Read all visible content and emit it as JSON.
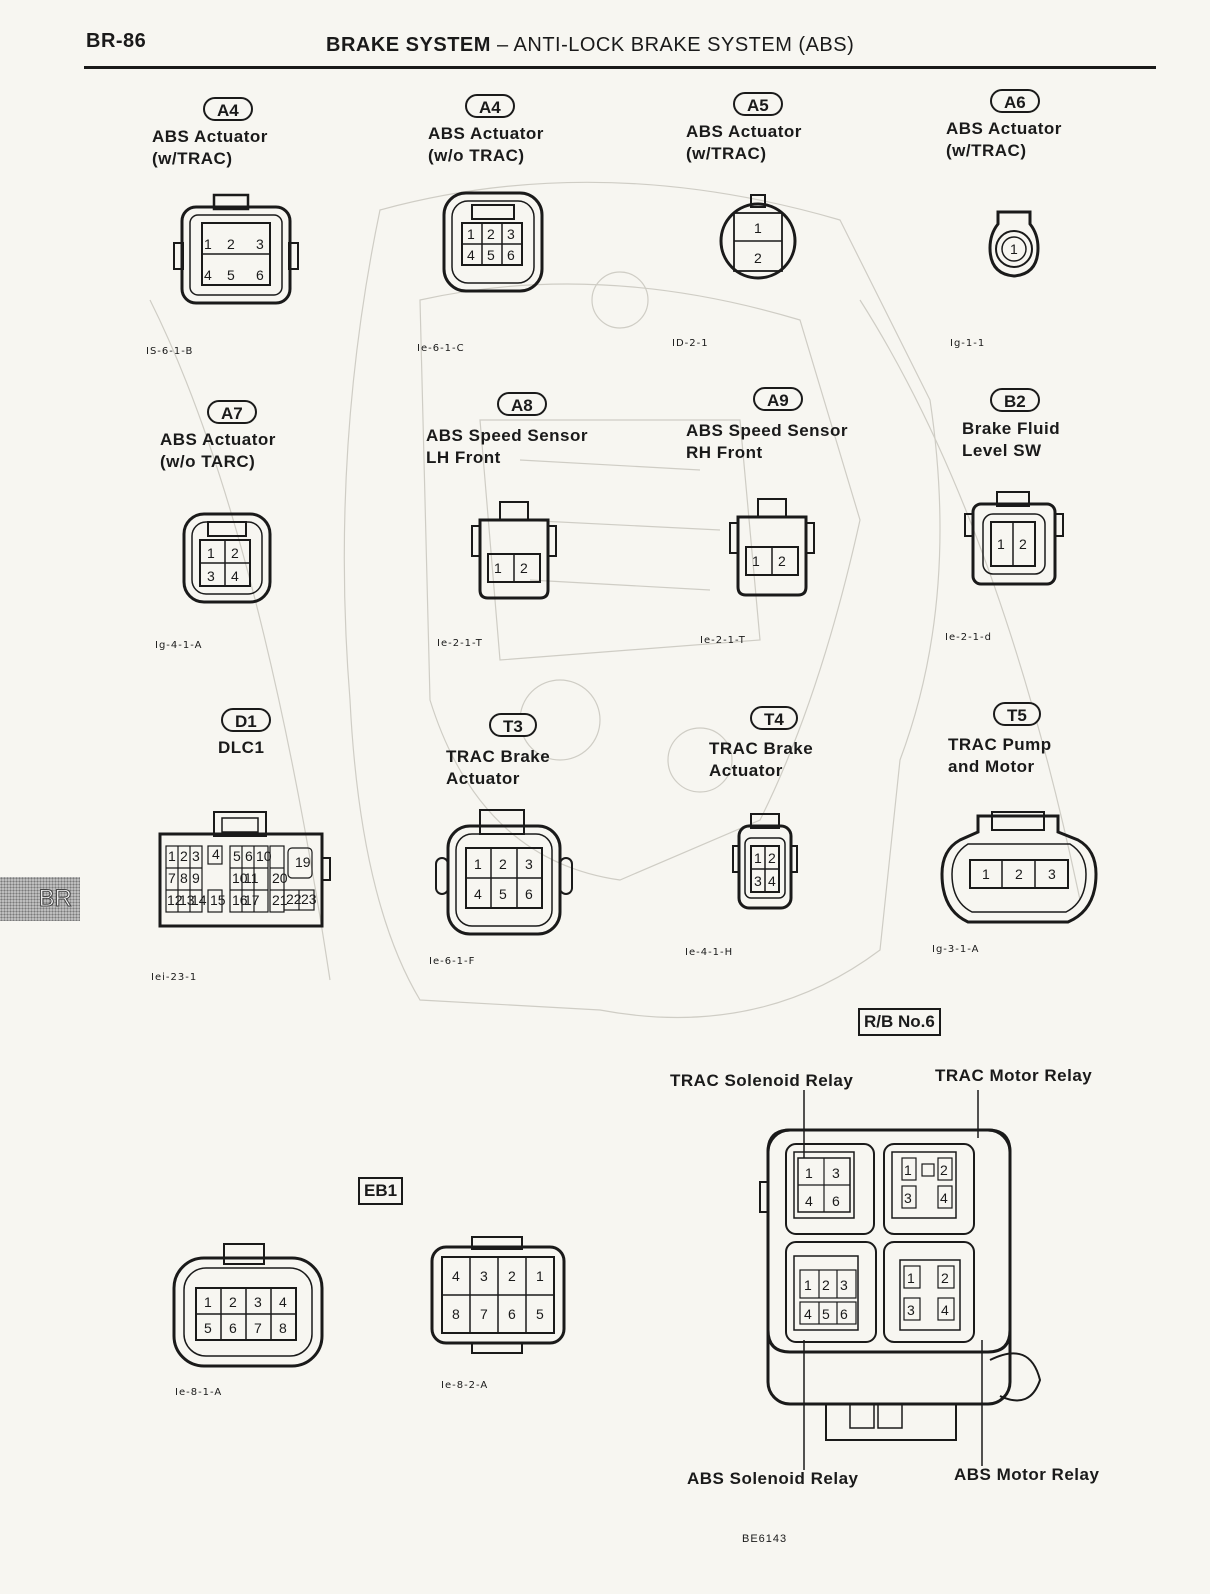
{
  "header": {
    "page_id": "BR-86",
    "title_bold": "BRAKE SYSTEM",
    "title_rest": " – ANTI-LOCK BRAKE SYSTEM (ABS)"
  },
  "side_tab": "BR",
  "connectors": [
    {
      "code": "A4",
      "name_line1": "ABS Actuator",
      "name_line2": "(w/TRAC)",
      "ref": "IS-6-1-B",
      "pins": [
        "1",
        "2",
        "3",
        "4",
        "5",
        "6"
      ]
    },
    {
      "code": "A4",
      "name_line1": "ABS Actuator",
      "name_line2": "(w/o TRAC)",
      "ref": "Ie-6-1-C",
      "pins": [
        "1",
        "2",
        "3",
        "4",
        "5",
        "6"
      ]
    },
    {
      "code": "A5",
      "name_line1": "ABS Actuator",
      "name_line2": "(w/TRAC)",
      "ref": "ID-2-1",
      "pins": [
        "1",
        "2"
      ]
    },
    {
      "code": "A6",
      "name_line1": "ABS Actuator",
      "name_line2": "(w/TRAC)",
      "ref": "Ig-1-1",
      "pins": [
        "1"
      ]
    },
    {
      "code": "A7",
      "name_line1": "ABS Actuator",
      "name_line2": "(w/o TARC)",
      "ref": "Ig-4-1-A",
      "pins": [
        "1",
        "2",
        "3",
        "4"
      ]
    },
    {
      "code": "A8",
      "name_line1": "ABS Speed Sensor",
      "name_line2": "LH Front",
      "ref": "Ie-2-1-T",
      "pins": [
        "1",
        "2"
      ]
    },
    {
      "code": "A9",
      "name_line1": "ABS Speed Sensor",
      "name_line2": "RH Front",
      "ref": "Ie-2-1-T",
      "pins": [
        "1",
        "2"
      ]
    },
    {
      "code": "B2",
      "name_line1": "Brake Fluid",
      "name_line2": "Level SW",
      "ref": "Ie-2-1-d",
      "pins": [
        "1",
        "2"
      ]
    },
    {
      "code": "D1",
      "name_line1": "DLC1",
      "name_line2": "",
      "ref": "Iei-23-1",
      "pins": [
        "1",
        "2",
        "3",
        "4",
        "5",
        "6",
        "10",
        "7",
        "8",
        "9",
        "10",
        "11",
        "20",
        "12",
        "13",
        "14",
        "15",
        "16",
        "17",
        "21",
        "22",
        "23",
        "19"
      ]
    },
    {
      "code": "T3",
      "name_line1": "TRAC Brake",
      "name_line2": "Actuator",
      "ref": "Ie-6-1-F",
      "pins": [
        "1",
        "2",
        "3",
        "4",
        "5",
        "6"
      ]
    },
    {
      "code": "T4",
      "name_line1": "TRAC Brake",
      "name_line2": "Actuator",
      "ref": "Ie-4-1-H",
      "pins": [
        "1",
        "2",
        "3",
        "4"
      ]
    },
    {
      "code": "T5",
      "name_line1": "TRAC Pump",
      "name_line2": "and Motor",
      "ref": "Ig-3-1-A",
      "pins": [
        "1",
        "2",
        "3"
      ]
    }
  ],
  "eb1": {
    "label": "EB1",
    "left": {
      "ref": "Ie-8-1-A",
      "pins": [
        "1",
        "2",
        "3",
        "4",
        "5",
        "6",
        "7",
        "8"
      ]
    },
    "right": {
      "ref": "Ie-8-2-A",
      "pins": [
        "4",
        "3",
        "2",
        "1",
        "8",
        "7",
        "6",
        "5"
      ]
    }
  },
  "relay_block": {
    "label": "R/B No.6",
    "trac_solenoid": "TRAC Solenoid Relay",
    "trac_motor": "TRAC Motor Relay",
    "abs_solenoid": "ABS Solenoid Relay",
    "abs_motor": "ABS Motor Relay",
    "ts_pins": [
      "1",
      "3",
      "4",
      "6"
    ],
    "tm_pins": [
      "1",
      "2",
      "3",
      "4"
    ],
    "as_pins": [
      "1",
      "2",
      "3",
      "4",
      "5",
      "6"
    ],
    "am_pins": [
      "1",
      "2",
      "3",
      "4"
    ]
  },
  "footer": "BE6143"
}
